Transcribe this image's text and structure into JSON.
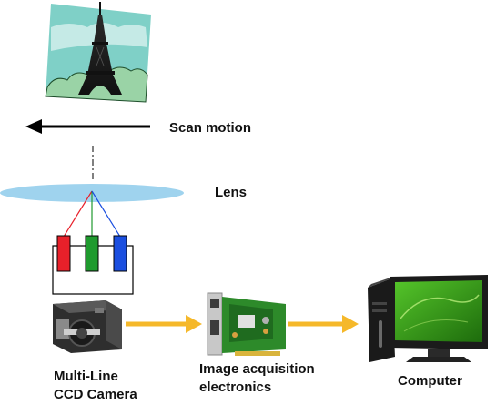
{
  "labels": {
    "scan_motion": "Scan motion",
    "lens": "Lens",
    "camera_line1": "Multi-Line",
    "camera_line2": "CCD Camera",
    "acquisition_line1": "Image acquisition",
    "acquisition_line2": "electronics",
    "computer": "Computer"
  },
  "icons": {
    "scene": "eiffel-tower-icon",
    "lens": "lens-icon",
    "sensor": "ccd-sensor-icon",
    "camera": "camera-icon",
    "card": "frame-grabber-card-icon",
    "computer": "computer-icon"
  },
  "colors": {
    "sensor_red": "#e8202a",
    "sensor_green": "#1f9a2e",
    "sensor_blue": "#1b4fe0",
    "flow_arrow": "#f5b82a",
    "lens_fill": "#9fd3ee",
    "scene_sky": "#7fd0c7",
    "monitor_screen": "#3a9e1a"
  }
}
